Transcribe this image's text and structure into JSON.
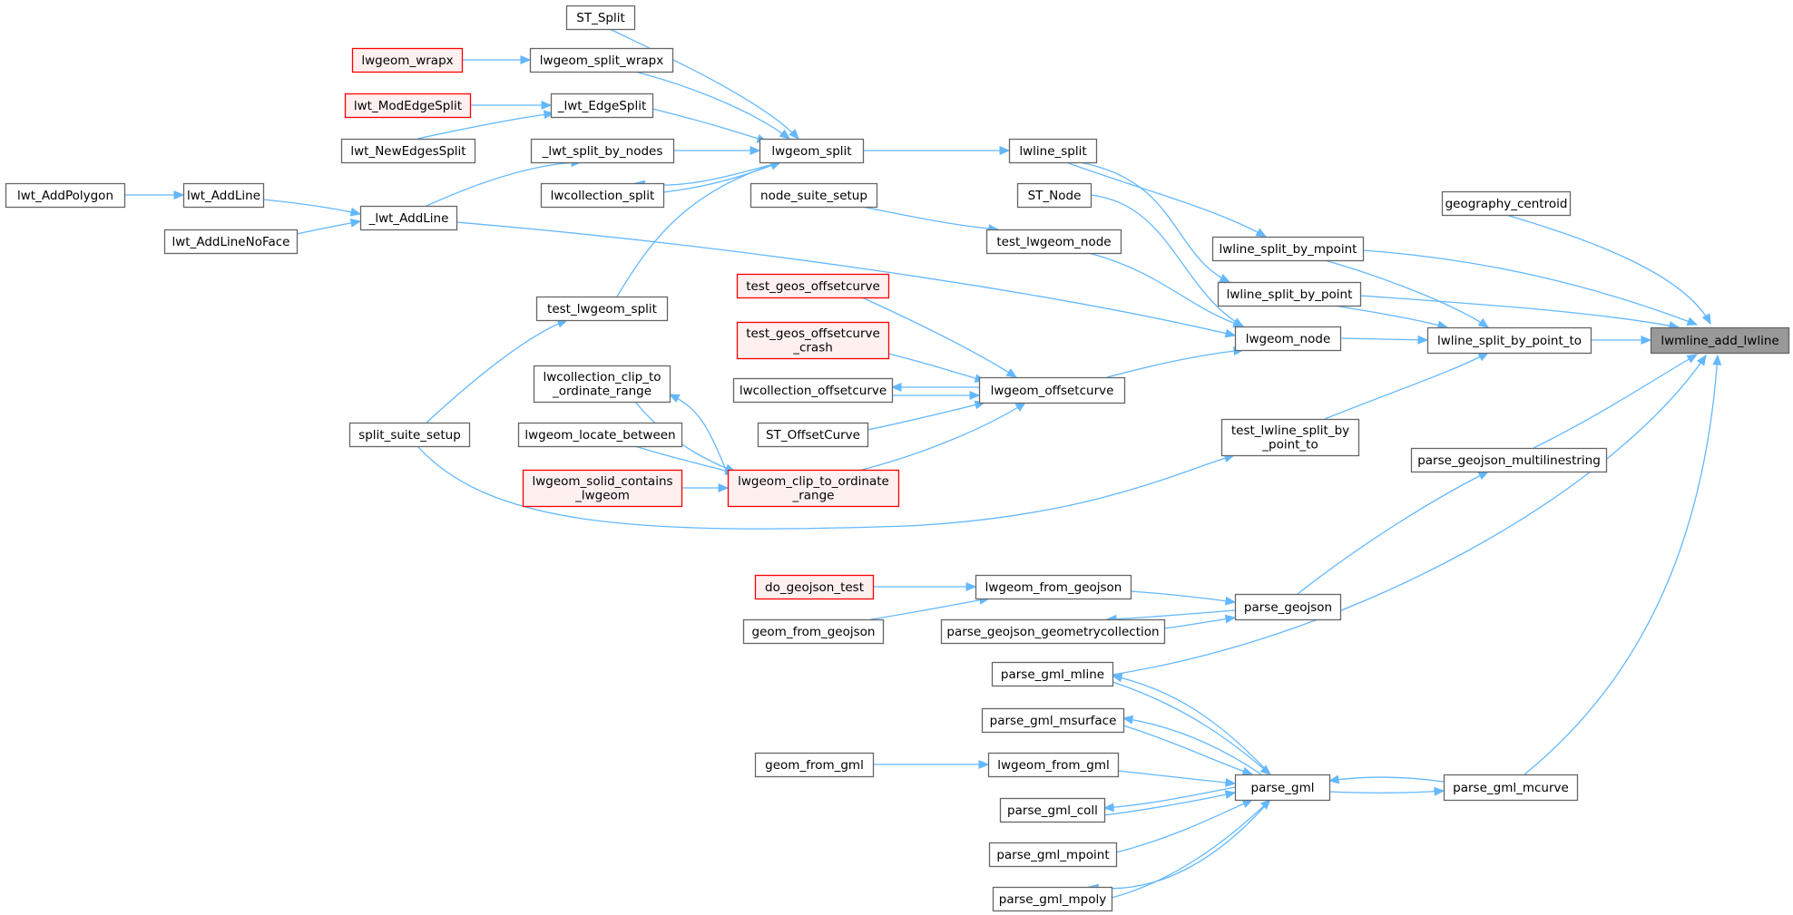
{
  "root": "lwmline_add_lwline",
  "nodes": {
    "lwmline_add_lwline": {
      "lines": [
        "lwmline_add_lwline"
      ],
      "style": "root"
    },
    "geography_centroid": {
      "lines": [
        "geography_centroid"
      ]
    },
    "lwline_split_by_mpoint": {
      "lines": [
        "lwline_split_by_mpoint"
      ]
    },
    "lwline_split_by_point": {
      "lines": [
        "lwline_split_by_point"
      ]
    },
    "lwline_split_by_point_to": {
      "lines": [
        "lwline_split_by_point_to"
      ]
    },
    "parse_geojson_multilinestring": {
      "lines": [
        "parse_geojson_multilinestring"
      ]
    },
    "parse_gml_mline": {
      "lines": [
        "parse_gml_mline"
      ]
    },
    "parse_gml_mcurve": {
      "lines": [
        "parse_gml_mcurve"
      ]
    },
    "lwline_split": {
      "lines": [
        "lwline_split"
      ]
    },
    "lwgeom_split": {
      "lines": [
        "lwgeom_split"
      ]
    },
    "ST_Split": {
      "lines": [
        "ST_Split"
      ]
    },
    "lwgeom_split_wrapx": {
      "lines": [
        "lwgeom_split_wrapx"
      ]
    },
    "lwgeom_wrapx": {
      "lines": [
        "lwgeom_wrapx"
      ],
      "style": "red"
    },
    "_lwt_EdgeSplit": {
      "lines": [
        "_lwt_EdgeSplit"
      ]
    },
    "lwt_ModEdgeSplit": {
      "lines": [
        "lwt_ModEdgeSplit"
      ],
      "style": "red"
    },
    "lwt_NewEdgesSplit": {
      "lines": [
        "lwt_NewEdgesSplit"
      ]
    },
    "_lwt_split_by_nodes": {
      "lines": [
        "_lwt_split_by_nodes"
      ]
    },
    "lwcollection_split": {
      "lines": [
        "lwcollection_split"
      ]
    },
    "_lwt_AddLine": {
      "lines": [
        "_lwt_AddLine"
      ]
    },
    "lwt_AddLine": {
      "lines": [
        "lwt_AddLine"
      ]
    },
    "lwt_AddPolygon": {
      "lines": [
        "lwt_AddPolygon"
      ]
    },
    "lwt_AddLineNoFace": {
      "lines": [
        "lwt_AddLineNoFace"
      ]
    },
    "test_lwgeom_split": {
      "lines": [
        "test_lwgeom_split"
      ]
    },
    "split_suite_setup": {
      "lines": [
        "split_suite_setup"
      ]
    },
    "node_suite_setup": {
      "lines": [
        "node_suite_setup"
      ]
    },
    "test_lwgeom_node": {
      "lines": [
        "test_lwgeom_node"
      ]
    },
    "ST_Node": {
      "lines": [
        "ST_Node"
      ]
    },
    "lwgeom_node": {
      "lines": [
        "lwgeom_node"
      ]
    },
    "test_lwline_split_by_point_to": {
      "lines": [
        "test_lwline_split_by",
        "_point_to"
      ]
    },
    "lwgeom_offsetcurve": {
      "lines": [
        "lwgeom_offsetcurve"
      ]
    },
    "test_geos_offsetcurve": {
      "lines": [
        "test_geos_offsetcurve"
      ],
      "style": "red"
    },
    "test_geos_offsetcurve_crash": {
      "lines": [
        "test_geos_offsetcurve",
        "_crash"
      ],
      "style": "red"
    },
    "lwcollection_offsetcurve": {
      "lines": [
        "lwcollection_offsetcurve"
      ]
    },
    "ST_OffsetCurve": {
      "lines": [
        "ST_OffsetCurve"
      ]
    },
    "lwcollection_clip_to_ordinate_range": {
      "lines": [
        "lwcollection_clip_to",
        "_ordinate_range"
      ]
    },
    "lwgeom_locate_between": {
      "lines": [
        "lwgeom_locate_between"
      ]
    },
    "lwgeom_solid_contains_lwgeom": {
      "lines": [
        "lwgeom_solid_contains",
        "_lwgeom"
      ],
      "style": "red"
    },
    "lwgeom_clip_to_ordinate_range": {
      "lines": [
        "lwgeom_clip_to_ordinate",
        "_range"
      ],
      "style": "red"
    },
    "parse_geojson": {
      "lines": [
        "parse_geojson"
      ]
    },
    "lwgeom_from_geojson": {
      "lines": [
        "lwgeom_from_geojson"
      ]
    },
    "do_geojson_test": {
      "lines": [
        "do_geojson_test"
      ],
      "style": "red"
    },
    "geom_from_geojson": {
      "lines": [
        "geom_from_geojson"
      ]
    },
    "parse_geojson_geometrycollection": {
      "lines": [
        "parse_geojson_geometrycollection"
      ]
    },
    "parse_gml": {
      "lines": [
        "parse_gml"
      ]
    },
    "parse_gml_msurface": {
      "lines": [
        "parse_gml_msurface"
      ]
    },
    "lwgeom_from_gml": {
      "lines": [
        "lwgeom_from_gml"
      ]
    },
    "geom_from_gml": {
      "lines": [
        "geom_from_gml"
      ]
    },
    "parse_gml_coll": {
      "lines": [
        "parse_gml_coll"
      ]
    },
    "parse_gml_mpoint": {
      "lines": [
        "parse_gml_mpoint"
      ]
    },
    "parse_gml_mpoly": {
      "lines": [
        "parse_gml_mpoly"
      ]
    }
  },
  "edges": [
    [
      "geography_centroid",
      "lwmline_add_lwline"
    ],
    [
      "lwline_split_by_mpoint",
      "lwmline_add_lwline"
    ],
    [
      "lwline_split_by_point",
      "lwmline_add_lwline"
    ],
    [
      "lwline_split_by_point_to",
      "lwmline_add_lwline"
    ],
    [
      "parse_geojson_multilinestring",
      "lwmline_add_lwline"
    ],
    [
      "parse_gml_mline",
      "lwmline_add_lwline"
    ],
    [
      "parse_gml_mcurve",
      "lwmline_add_lwline"
    ],
    [
      "lwline_split",
      "lwline_split_by_mpoint"
    ],
    [
      "lwline_split",
      "lwline_split_by_point"
    ],
    [
      "lwgeom_split",
      "lwline_split"
    ],
    [
      "ST_Split",
      "lwgeom_split"
    ],
    [
      "lwgeom_split_wrapx",
      "lwgeom_split"
    ],
    [
      "lwgeom_wrapx",
      "lwgeom_split_wrapx"
    ],
    [
      "_lwt_EdgeSplit",
      "lwgeom_split"
    ],
    [
      "lwt_ModEdgeSplit",
      "_lwt_EdgeSplit"
    ],
    [
      "lwt_NewEdgesSplit",
      "_lwt_EdgeSplit"
    ],
    [
      "_lwt_split_by_nodes",
      "lwgeom_split"
    ],
    [
      "lwcollection_split",
      "lwgeom_split"
    ],
    [
      "lwgeom_split",
      "lwcollection_split"
    ],
    [
      "test_lwgeom_split",
      "lwgeom_split"
    ],
    [
      "_lwt_AddLine",
      "_lwt_split_by_nodes"
    ],
    [
      "lwt_AddLine",
      "_lwt_AddLine"
    ],
    [
      "lwt_AddPolygon",
      "lwt_AddLine"
    ],
    [
      "lwt_AddLineNoFace",
      "_lwt_AddLine"
    ],
    [
      "split_suite_setup",
      "test_lwgeom_split"
    ],
    [
      "split_suite_setup",
      "test_lwline_split_by_point_to"
    ],
    [
      "lwline_split_by_mpoint",
      "lwline_split_by_point_to"
    ],
    [
      "lwline_split_by_point",
      "lwline_split_by_point_to"
    ],
    [
      "lwgeom_node",
      "lwline_split_by_point_to"
    ],
    [
      "test_lwline_split_by_point_to",
      "lwline_split_by_point_to"
    ],
    [
      "_lwt_AddLine",
      "lwgeom_node"
    ],
    [
      "test_lwgeom_node",
      "lwgeom_node"
    ],
    [
      "node_suite_setup",
      "test_lwgeom_node"
    ],
    [
      "ST_Node",
      "lwgeom_node"
    ],
    [
      "lwgeom_offsetcurve",
      "lwgeom_node"
    ],
    [
      "test_geos_offsetcurve",
      "lwgeom_offsetcurve"
    ],
    [
      "test_geos_offsetcurve_crash",
      "lwgeom_offsetcurve"
    ],
    [
      "lwcollection_offsetcurve",
      "lwgeom_offsetcurve"
    ],
    [
      "lwgeom_offsetcurve",
      "lwcollection_offsetcurve"
    ],
    [
      "ST_OffsetCurve",
      "lwgeom_offsetcurve"
    ],
    [
      "lwgeom_clip_to_ordinate_range",
      "lwgeom_offsetcurve"
    ],
    [
      "lwgeom_clip_to_ordinate_range",
      "lwcollection_clip_to_ordinate_range"
    ],
    [
      "lwcollection_clip_to_ordinate_range",
      "lwgeom_clip_to_ordinate_range"
    ],
    [
      "lwgeom_locate_between",
      "lwgeom_clip_to_ordinate_range"
    ],
    [
      "lwgeom_solid_contains_lwgeom",
      "lwgeom_clip_to_ordinate_range"
    ],
    [
      "parse_geojson",
      "parse_geojson_multilinestring"
    ],
    [
      "lwgeom_from_geojson",
      "parse_geojson"
    ],
    [
      "do_geojson_test",
      "lwgeom_from_geojson"
    ],
    [
      "geom_from_geojson",
      "lwgeom_from_geojson"
    ],
    [
      "parse_geojson",
      "parse_geojson_geometrycollection"
    ],
    [
      "parse_geojson_geometrycollection",
      "parse_geojson"
    ],
    [
      "parse_gml",
      "parse_gml_mline"
    ],
    [
      "parse_gml",
      "parse_gml_msurface"
    ],
    [
      "parse_gml",
      "parse_gml_coll"
    ],
    [
      "parse_gml",
      "parse_gml_mpoly"
    ],
    [
      "parse_gml",
      "parse_gml_mcurve"
    ],
    [
      "parse_gml_mline",
      "parse_gml"
    ],
    [
      "parse_gml_msurface",
      "parse_gml"
    ],
    [
      "lwgeom_from_gml",
      "parse_gml"
    ],
    [
      "geom_from_gml",
      "lwgeom_from_gml"
    ],
    [
      "parse_gml_coll",
      "parse_gml"
    ],
    [
      "parse_gml_mpoint",
      "parse_gml"
    ],
    [
      "parse_gml_mpoly",
      "parse_gml"
    ],
    [
      "parse_gml_mcurve",
      "parse_gml"
    ]
  ]
}
